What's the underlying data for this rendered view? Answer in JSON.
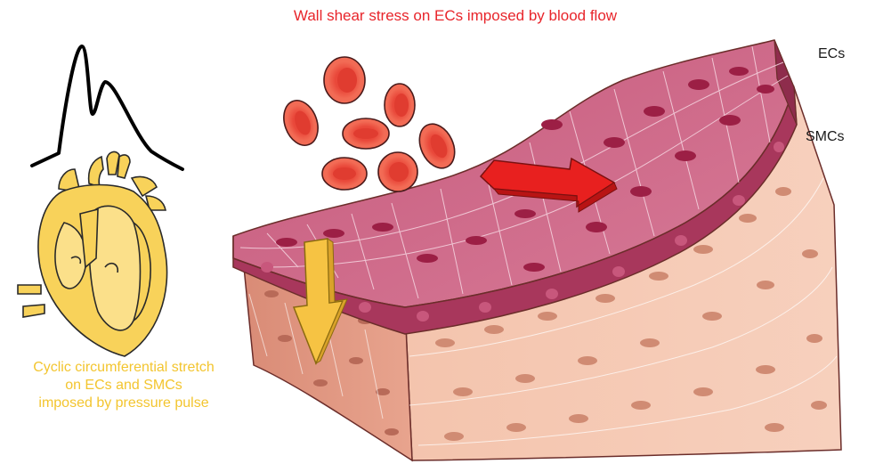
{
  "title": "Wall shear stress on ECs imposed by blood flow",
  "labels": {
    "ecs": "ECs",
    "smcs": "SMCs"
  },
  "caption": {
    "line1": "Cyclic circumferential stretch",
    "line2": "on ECs and SMCs",
    "line3": "imposed by pressure pulse"
  },
  "colors": {
    "title": "#e8252b",
    "caption": "#f3c52f",
    "endothelium": "#c9577a",
    "smooth_muscle": "#f1b79c",
    "red_blood_cell": "#f0624a",
    "shear_arrow": "#e8201f",
    "stretch_arrow": "#f6c343",
    "heart": "#f8d25a"
  }
}
